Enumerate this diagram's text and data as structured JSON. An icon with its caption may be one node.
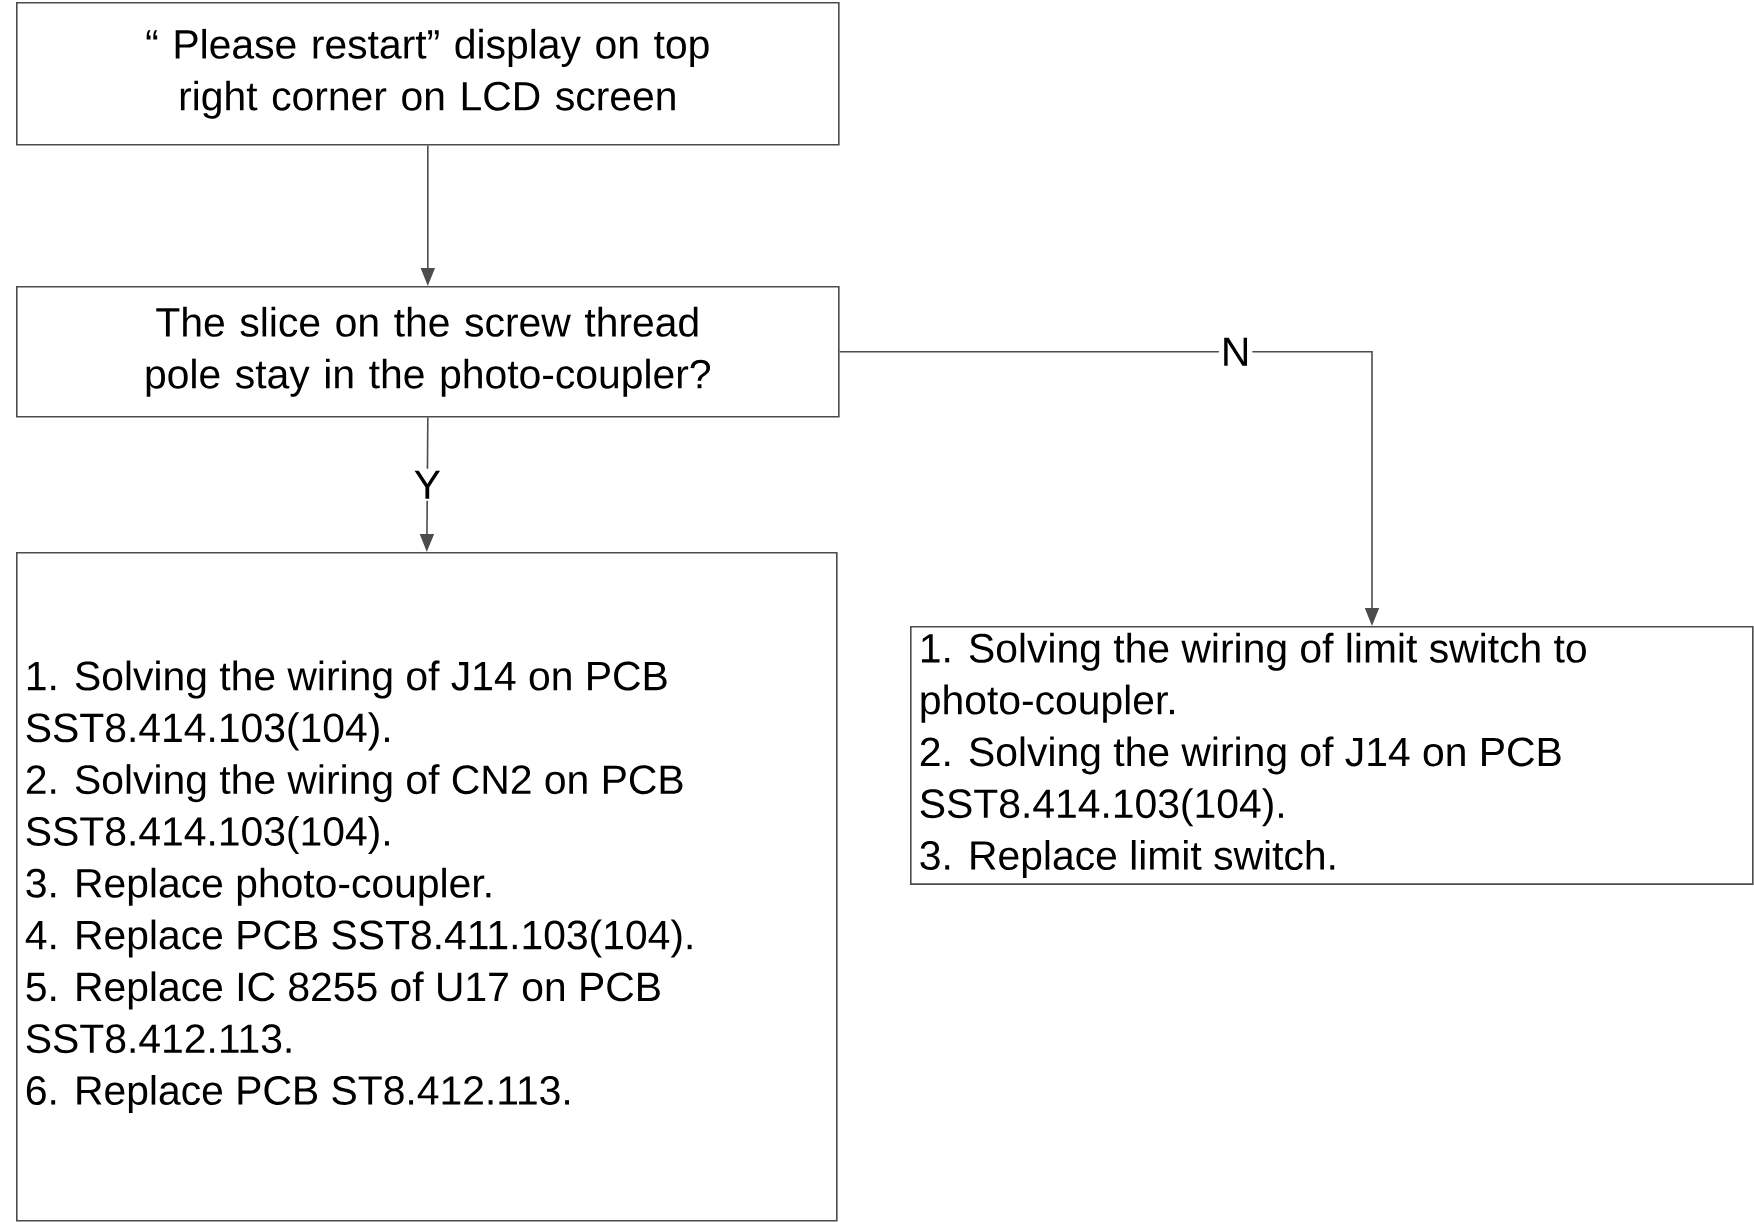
{
  "diagram": {
    "nodes": [
      {
        "text": [
          "“ Please restart” display on top right corner on LCD screen"
        ]
      },
      {
        "text": [
          "The slice on the screw thread pole stay in the photo-coupler?"
        ]
      },
      {
        "text": [
          "1. Solving the wiring of J14 on PCB SST8.414.103(104).",
          "2. Solving the wiring of CN2 on PCB SST8.414.103(104).",
          "3. Replace photo-coupler.",
          "4. Replace PCB SST8.411.103(104).",
          "5. Replace IC 8255 of U17 on PCB SST8.412.113.",
          "6. Replace PCB ST8.412.113."
        ]
      },
      {
        "text": [
          "1. Solving the wiring of limit switch to photo-coupler.",
          "2. Solving the wiring of J14 on PCB SST8.414.103(104).",
          "3. Replace limit switch."
        ]
      }
    ],
    "edges": [
      {
        "from": 0,
        "to": 1,
        "arrow": "to"
      },
      {
        "from": 1,
        "to": 2,
        "arrow": "to",
        "label": "Y"
      },
      {
        "from": 1,
        "to": 3,
        "arrow": "to",
        "label": "N"
      }
    ]
  }
}
